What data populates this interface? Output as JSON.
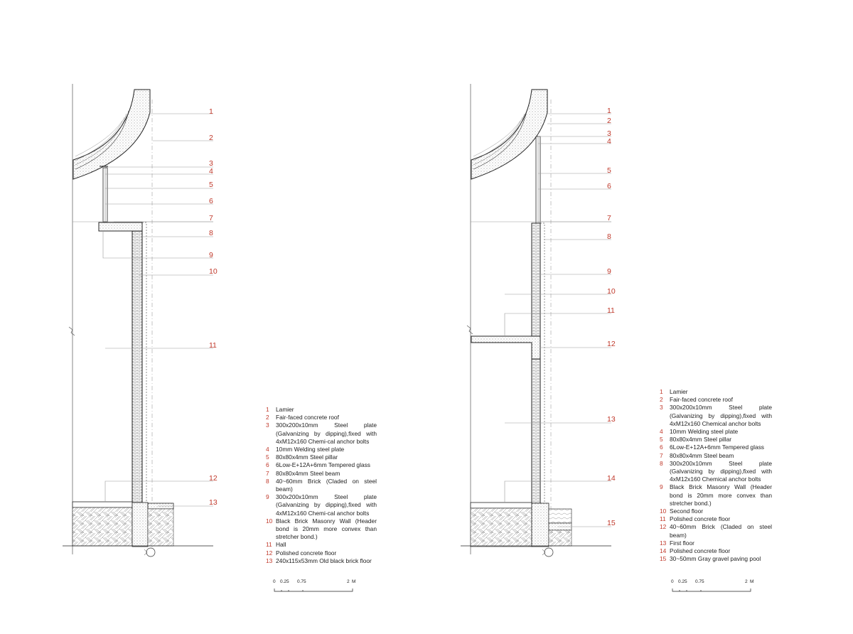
{
  "colors": {
    "callout_number": "#c0392b",
    "line": "#222222",
    "leader": "#999999"
  },
  "left_section": {
    "callouts": [
      "1",
      "2",
      "3",
      "4",
      "5",
      "6",
      "7",
      "8",
      "9",
      "10",
      "11",
      "12",
      "13"
    ],
    "legend": [
      {
        "n": "1",
        "text": "Lamier"
      },
      {
        "n": "2",
        "text": "Fair-faced concrete roof"
      },
      {
        "n": "3",
        "text": "300x200x10mm Steel plate (Galvanizing by dipping),fixed with 4xM12x160 Chemi-cal anchor bolts"
      },
      {
        "n": "4",
        "text": "10mm Welding steel plate"
      },
      {
        "n": "5",
        "text": "80x80x4mm Steel pillar"
      },
      {
        "n": "6",
        "text": "6Low-E+12A+6mm Tempered glass"
      },
      {
        "n": "7",
        "text": "80x80x4mm Steel beam"
      },
      {
        "n": "8",
        "text": "40~60mm Brick (Claded on steel beam)"
      },
      {
        "n": "9",
        "text": "300x200x10mm Steel plate (Galvanizing by dipping),fixed with 4xM12x160 Chemi-cal anchor bolts"
      },
      {
        "n": "10",
        "text": "Black Brick Masonry Wall (Header bond is 20mm more convex than stretcher bond.)"
      },
      {
        "n": "11",
        "text": "Hall"
      },
      {
        "n": "12",
        "text": "Polished concrete floor"
      },
      {
        "n": "13",
        "text": "240x115x53mm Old black brick floor"
      }
    ],
    "scale": {
      "ticks": [
        "0",
        "0.25",
        "0.75",
        "2"
      ],
      "unit": "M"
    }
  },
  "right_section": {
    "callouts": [
      "1",
      "2",
      "3",
      "4",
      "5",
      "6",
      "7",
      "8",
      "9",
      "10",
      "11",
      "12",
      "13",
      "14",
      "15"
    ],
    "legend": [
      {
        "n": "1",
        "text": "Lamier"
      },
      {
        "n": "2",
        "text": "Fair-faced concrete roof"
      },
      {
        "n": "3",
        "text": "300x200x10mm Steel plate (Galvanizing by dipping),fixed with 4xM12x160 Chemical anchor bolts"
      },
      {
        "n": "4",
        "text": "10mm Welding steel plate"
      },
      {
        "n": "5",
        "text": "80x80x4mm Steel pillar"
      },
      {
        "n": "6",
        "text": "6Low-E+12A+6mm Tempered glass"
      },
      {
        "n": "7",
        "text": "80x80x4mm Steel beam"
      },
      {
        "n": "8",
        "text": "300x200x10mm Steel plate (Galvanizing by dipping),fixed with 4xM12x160 Chemical anchor bolts"
      },
      {
        "n": "9",
        "text": "Black Brick Masonry Wall (Header bond is 20mm more convex than stretcher bond.)"
      },
      {
        "n": "10",
        "text": "Second floor"
      },
      {
        "n": "11",
        "text": "Polished concrete floor"
      },
      {
        "n": "12",
        "text": "40~60mm Brick (Claded on steel beam)"
      },
      {
        "n": "13",
        "text": "First floor"
      },
      {
        "n": "14",
        "text": "Polished concrete floor"
      },
      {
        "n": "15",
        "text": "30~50mm Gray gravel paving pool"
      }
    ],
    "scale": {
      "ticks": [
        "0",
        "0.25",
        "0.75",
        "2"
      ],
      "unit": "M"
    }
  }
}
